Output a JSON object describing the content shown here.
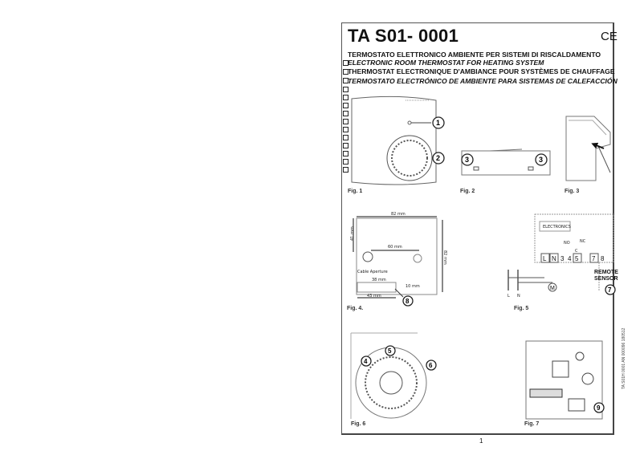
{
  "document": {
    "title": "TA S01- 0001",
    "mark": "CE",
    "lines": [
      "TERMOSTATO ELETTRONICO AMBIENTE PER SISTEMI DI RISCALDAMENTO",
      "ELECTRONIC ROOM THERMOSTAT FOR HEATING SYSTEM",
      "THERMOSTAT ELECTRONIQUE D'AMBIANCE POUR SYSTÈMES DE CHAUFFAGE",
      "TERMOSTATO ELECTRÓNICO DE AMBIENTE PARA SISTEMAS DE CALEFACCIÓN"
    ],
    "figures": {
      "fig1": "Fig. 1",
      "fig2": "Fig. 2",
      "fig3": "Fig. 3",
      "fig4": "Fig. 4.",
      "fig5": "Fig. 5",
      "fig6": "Fig. 6",
      "fig7": "Fig. 7"
    },
    "callouts": [
      "1",
      "2",
      "3",
      "4",
      "5",
      "6",
      "7",
      "8",
      "9"
    ],
    "fig4_dims": {
      "width": "82 mm",
      "height": "41 mm",
      "hole": "60 mm",
      "side": "82 mm",
      "aperture_label": "Cable Aperture",
      "aperture_w": "38 mm",
      "aperture_h": "10 mm",
      "bottom": "43 mm"
    },
    "fig5_labels": {
      "electronics": "ELECTRONICS",
      "no": "NO",
      "nc": "NC",
      "c": "C",
      "terminals": [
        "L",
        "N",
        "3",
        "4",
        "5",
        "7",
        "8"
      ],
      "remote": "REMOTE",
      "sensor": "SENSOR",
      "motor": "M",
      "l": "L",
      "n": "N"
    },
    "page_number": "1",
    "side_code": "TA S01H 0001 AN 000096 180512"
  }
}
